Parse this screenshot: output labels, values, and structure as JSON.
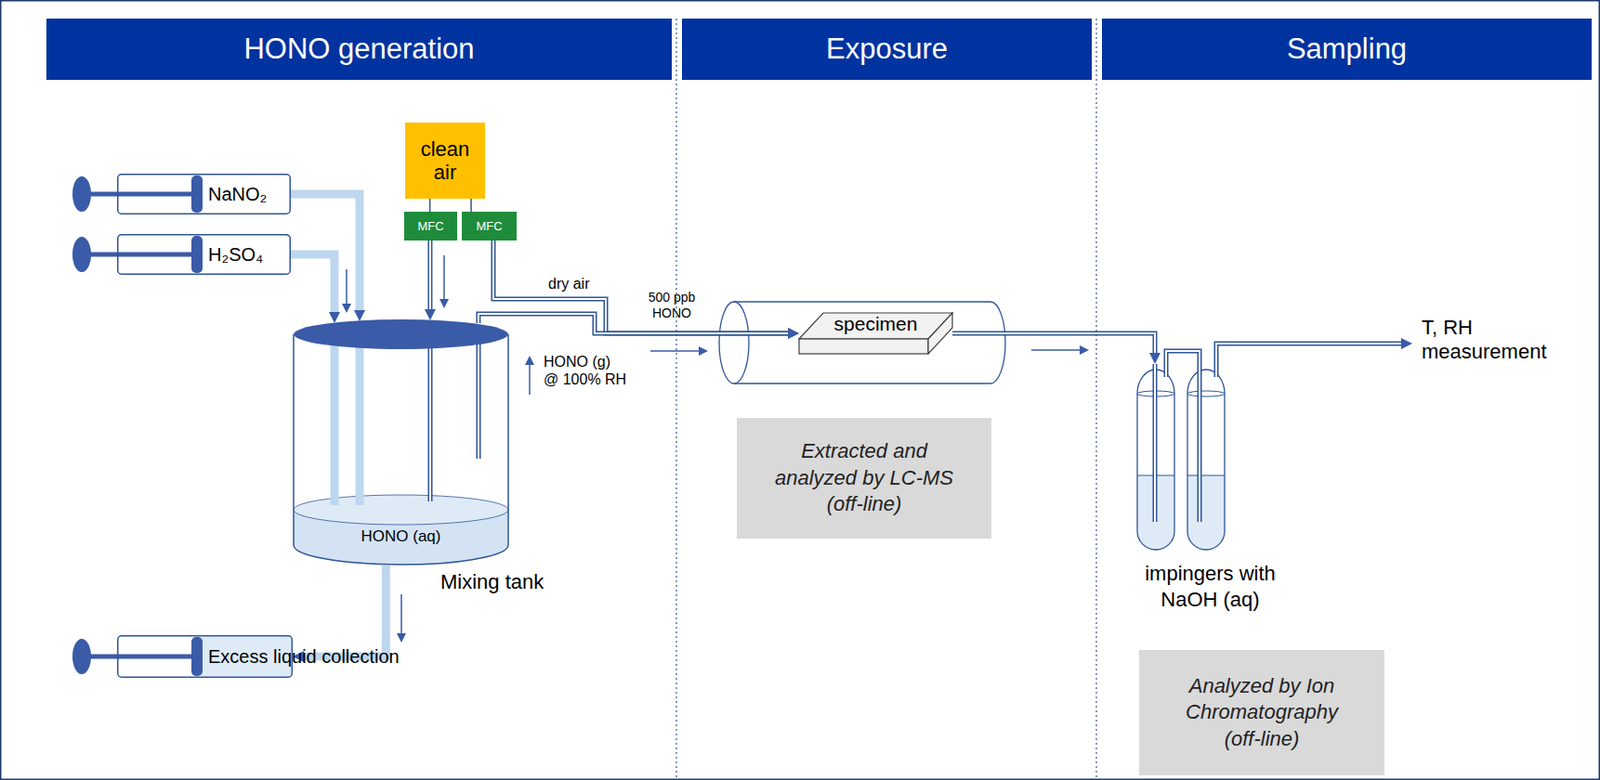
{
  "diagram": {
    "nodes": [
      {
        "text": [
          "HONO generation"
        ]
      },
      {
        "text": [
          "Exposure"
        ]
      },
      {
        "text": [
          "Sampling"
        ]
      },
      {
        "text": [
          "NaNO₂"
        ]
      },
      {
        "text": [
          "H₂SO₄"
        ]
      },
      {
        "text": [
          "clean air"
        ]
      },
      {
        "text": [
          "MFC"
        ]
      },
      {
        "text": [
          "MFC"
        ]
      },
      {
        "text": [
          "HONO (aq)",
          "Mixing tank"
        ]
      },
      {
        "text": [
          "Excess liquid collection"
        ]
      },
      {
        "text": [
          "specimen"
        ]
      },
      {
        "text": [
          "Extracted and analyzed by LC-MS (off-line)"
        ]
      },
      {
        "text": [
          "impingers with NaOH (aq)"
        ]
      },
      {
        "text": [
          "Analyzed by Ion Chromatography (off-line)"
        ]
      }
    ],
    "edges": [
      {
        "from": 3,
        "to": 8,
        "arrow": "to"
      },
      {
        "from": 4,
        "to": 8,
        "arrow": "to"
      },
      {
        "from": 5,
        "to": 6,
        "arrow": "none"
      },
      {
        "from": 5,
        "to": 7,
        "arrow": "none"
      },
      {
        "from": 6,
        "to": 8,
        "arrow": "to"
      },
      {
        "from": 7,
        "to": 10,
        "label": "dry air",
        "arrow": "to"
      },
      {
        "from": 8,
        "to": 10,
        "label": "HONO (g) @ 100% RH",
        "arrow": "to"
      },
      {
        "from": 8,
        "to": 9,
        "arrow": "to"
      },
      {
        "from": 10,
        "to": 12,
        "arrow": "to"
      }
    ],
    "labels": [
      "500 ppb HONO",
      "T, RH measurement"
    ]
  }
}
